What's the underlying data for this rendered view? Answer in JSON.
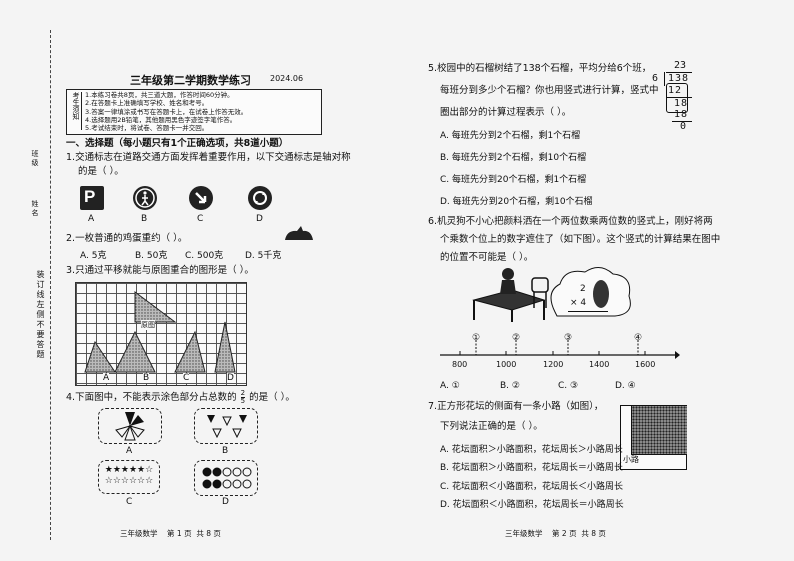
{
  "left": {
    "title": "三年级第二学期数学练习",
    "date": "2024.06",
    "instructions": [
      "1.本练习卷共8页，共三道大题，作答时间60分钟。",
      "2.在答题卡上准确填写学校、姓名和考号。",
      "3.答案一律填涂或书写在答题卡上，在试卷上作答无效。",
      "4.选择题用2B铅笔，其他题用黑色字迹签字笔作答。",
      "5.考试结束时，将试卷、答题卡一并交回。"
    ],
    "section1_header": "一、选择题（每小题只有1个正确选项，共8道小题）",
    "q1_line1": "1.交通标志在道路交通方面发挥着重要作用，以下交通标志是轴对称",
    "q1_line2": "的是（    ）。",
    "q1_options": [
      "A",
      "B",
      "C",
      "D"
    ],
    "q2_text": "2.一枚普通的鸡蛋重约（    ）。",
    "q2_options": [
      "A. 5克",
      "B. 50克",
      "C. 500克",
      "D. 5千克"
    ],
    "q3_text": "3.只通过平移就能与原图重合的图形是（    ）。",
    "q3_label_original": "原图",
    "q3_options": [
      "A",
      "B",
      "C",
      "D"
    ],
    "q4_text": "4.下面图中，不能表示涂色部分占总数的",
    "q4_fraction_num": "2",
    "q4_fraction_den": "5",
    "q4_text_end": "的是（    ）。",
    "q4_options": [
      "A",
      "B",
      "C",
      "D"
    ],
    "footer": "三年级数学    第 1 页  共 8 页",
    "binding_text": "装订线左侧不要答题"
  },
  "right": {
    "q5_line1": "5.校园中的石榴树结了138个石榴，平均分给6个班，",
    "q5_line2": "每班分到多少个石榴？你也用竖式进行计算，竖式中",
    "q5_line3": "圈出部分的计算过程表示（    ）。",
    "q5_options": [
      "A. 每班先分到2个石榴，剩1个石榴",
      "B. 每班先分到2个石榴，剩10个石榴",
      "C. 每班先分到20个石榴，剩1个石榴",
      "D. 每班先分到20个石榴，剩10个石榴"
    ],
    "q5_division": {
      "divisor": "6",
      "dividend": "138",
      "quotient": "23",
      "step1": "12",
      "rem1": "18",
      "step2": "18",
      "rem2": "0"
    },
    "q6_line1": "6.机灵狗不小心把颜料洒在一个两位数乘两位数的竖式上，刚好将两",
    "q6_line2": "个乘数个位上的数字遮住了（如下图）。这个竖式的计算结果在图中",
    "q6_line3": "的位置不可能是（    ）。",
    "q6_multiply_top": "2",
    "q6_multiply_bottom": "× 4",
    "q6_axis_labels": [
      "800",
      "1000",
      "1200",
      "1400",
      "1600"
    ],
    "q6_markers": [
      "①",
      "②",
      "③",
      "④"
    ],
    "q6_options": [
      "A. ①",
      "B. ②",
      "C. ③",
      "D. ④"
    ],
    "q7_line1": "7.正方形花坛的侧面有一条小路（如图），",
    "q7_line2": "下列说法正确的是（    ）。",
    "q7_path_label": "小路",
    "q7_options": [
      "A. 花坛面积＞小路面积，花坛周长＞小路周长",
      "B. 花坛面积＞小路面积，花坛周长＝小路周长",
      "C. 花坛面积＜小路面积，花坛周长＜小路周长",
      "D. 花坛面积＜小路面积，花坛周长＝小路周长"
    ],
    "footer": "三年级数学    第 2 页  共 8 页"
  }
}
